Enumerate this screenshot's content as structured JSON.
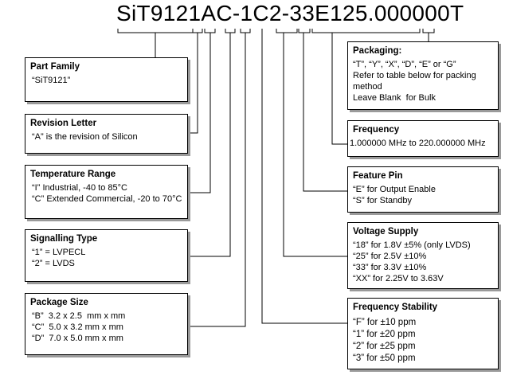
{
  "part_number": "SiT9121AC-1C2-33E125.000000T",
  "boxes": {
    "part_family": {
      "title": "Part Family",
      "lines": [
        "“SiT9121”"
      ]
    },
    "revision_letter": {
      "title": "Revision Letter",
      "lines": [
        "“A” is the revision of Silicon"
      ]
    },
    "temperature_range": {
      "title": "Temperature Range",
      "lines": [
        "“I” Industrial, -40 to 85°C",
        "“C” Extended Commercial, -20 to 70°C"
      ]
    },
    "signalling_type": {
      "title": "Signalling Type",
      "lines": [
        "“1” = LVPECL",
        "“2” = LVDS"
      ]
    },
    "package_size": {
      "title": "Package Size",
      "lines": [
        "“B”  3.2 x 2.5  mm x mm",
        "“C”  5.0 x 3.2 mm x mm",
        "“D”  7.0 x 5.0 mm x mm"
      ]
    },
    "packaging": {
      "title": "Packaging:",
      "lines": [
        "“T”, “Y”, “X”, “D”, “E” or “G”",
        "Refer to table below for packing",
        "method",
        "Leave Blank  for Bulk"
      ]
    },
    "frequency": {
      "title": "Frequency",
      "lines": [
        "1.000000 MHz to 220.000000 MHz"
      ]
    },
    "feature_pin": {
      "title": "Feature Pin",
      "lines": [
        "“E” for Output Enable",
        "“S” for Standby"
      ]
    },
    "voltage_supply": {
      "title": "Voltage Supply",
      "lines": [
        "“18” for 1.8V ±5% (only LVDS)",
        "“25” for 2.5V ±10%",
        "“33” for 3.3V ±10%",
        "“XX” for 2.25V to 3.63V"
      ]
    },
    "frequency_stability": {
      "title": "Frequency Stability",
      "lines": [
        "“F” for ±10 ppm",
        "“1” for ±20 ppm",
        "“2” for ±25 ppm",
        "“3” for ±50 ppm"
      ]
    }
  }
}
